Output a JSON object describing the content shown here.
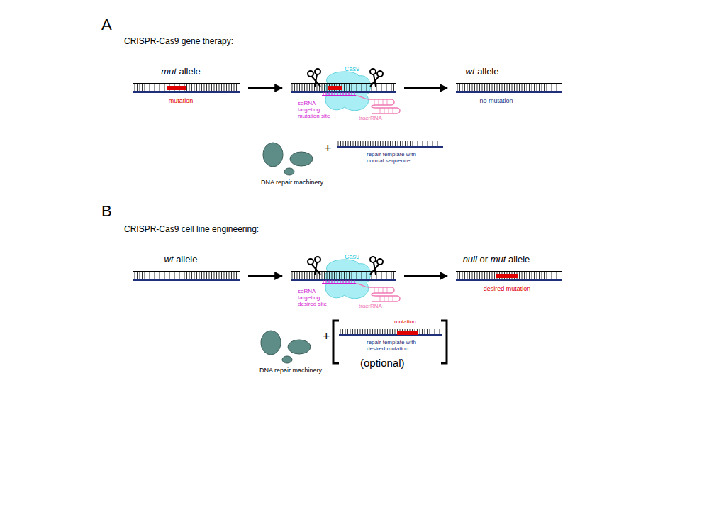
{
  "diagram": {
    "nodes": [
      {
        "text": [
          "mut allele",
          "mutation"
        ]
      },
      {
        "text": [
          "Cas9",
          "sgRNA targeting mutation site",
          "tracrRNA"
        ]
      },
      {
        "text": [
          "wt allele",
          "no mutation"
        ]
      },
      {
        "text": [
          "DNA repair machinery"
        ]
      },
      {
        "text": [
          "repair template with normal sequence"
        ]
      },
      {
        "text": [
          "wt allele"
        ]
      },
      {
        "text": [
          "Cas9",
          "sgRNA targeting desired site",
          "tracrRNA"
        ]
      },
      {
        "text": [
          "null or mut allele",
          "desired mutation"
        ]
      },
      {
        "text": [
          "DNA repair machinery"
        ]
      },
      {
        "text": [
          "mutation",
          "repair template with desired mutation"
        ]
      }
    ],
    "edges": [
      {
        "from": 0,
        "to": 1,
        "arrow": "to"
      },
      {
        "from": 1,
        "to": 2,
        "arrow": "to"
      },
      {
        "from": 5,
        "to": 6,
        "arrow": "to"
      },
      {
        "from": 6,
        "to": 7,
        "arrow": "to"
      }
    ],
    "labels": [
      "A",
      "CRISPR-Cas9 gene therapy:",
      "+",
      "B",
      "CRISPR-Cas9 cell line engineering:",
      "+",
      "(optional)"
    ]
  }
}
